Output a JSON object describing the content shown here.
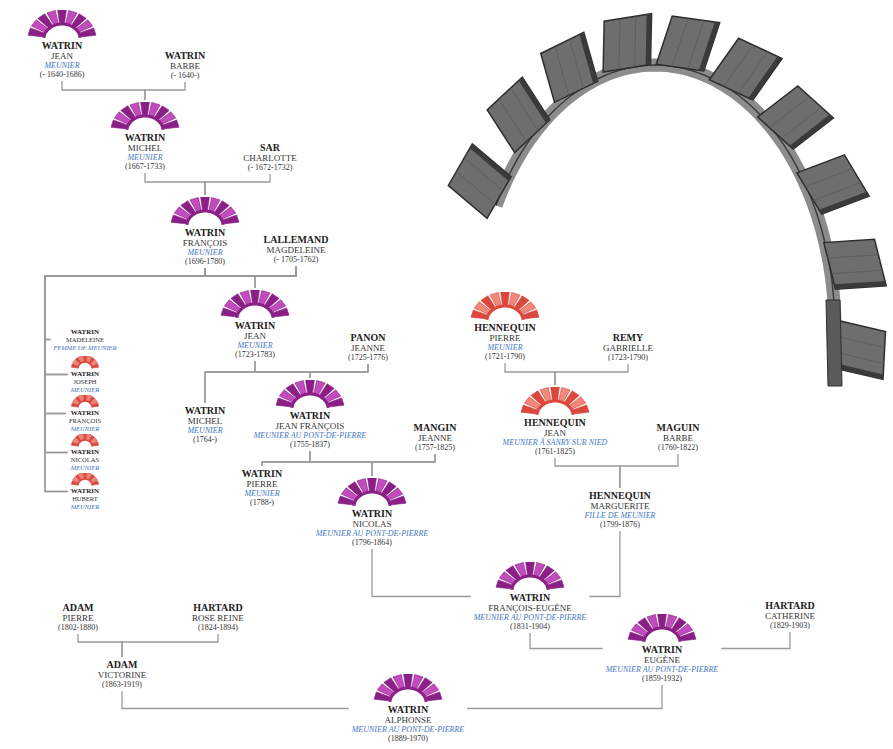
{
  "diagram": {
    "nodes": [
      {
        "text": [
          "WATRIN",
          "JEAN",
          "MEUNIER",
          "(- 1640-1686)"
        ]
      },
      {
        "text": [
          "WATRIN",
          "BARBE",
          "(- 1640-)"
        ]
      },
      {
        "text": [
          "WATRIN",
          "MICHEL",
          "MEUNIER",
          "(1667-1733)"
        ]
      },
      {
        "text": [
          "SAR",
          "CHARLOTTE",
          "(- 1672-1732)"
        ]
      },
      {
        "text": [
          "WATRIN",
          "FRANÇOIS",
          "MEUNIER",
          "(1696-1780)"
        ]
      },
      {
        "text": [
          "LALLEMAND",
          "MAGDELEINE",
          "(- 1705-1762)"
        ]
      },
      {
        "text": [
          "WATRIN",
          "MADELEINE",
          "FEMME DE MEUNIER"
        ]
      },
      {
        "text": [
          "WATRIN",
          "JOSEPH",
          "MEUNIER"
        ]
      },
      {
        "text": [
          "WATRIN",
          "FRANÇOIS",
          "MEUNIER"
        ]
      },
      {
        "text": [
          "WATRIN",
          "NICOLAS",
          "MEUNIER"
        ]
      },
      {
        "text": [
          "WATRIN",
          "HUBERT",
          "MEUNIER"
        ]
      },
      {
        "text": [
          "WATRIN",
          "JEAN",
          "MEUNIER",
          "(1723-1783)"
        ]
      },
      {
        "text": [
          "PANON",
          "JEANNE",
          "(1725-1776)"
        ]
      },
      {
        "text": [
          "HENNEQUIN",
          "PIERRE",
          "MEUNIER",
          "(1721-1790)"
        ]
      },
      {
        "text": [
          "REMY",
          "GABRIELLE",
          "(1723-1790)"
        ]
      },
      {
        "text": [
          "WATRIN",
          "MICHEL",
          "MEUNIER",
          "(1764-)"
        ]
      },
      {
        "text": [
          "WATRIN",
          "JEAN FRANÇOIS",
          "MEUNIER AU PONT-DE-PIERRE",
          "(1755-1837)"
        ]
      },
      {
        "text": [
          "MANGIN",
          "JEANNE",
          "(1757-1825)"
        ]
      },
      {
        "text": [
          "HENNEQUIN",
          "JEAN",
          "MEUNIER À SANRY SUR NIED",
          "(1761-1825)"
        ]
      },
      {
        "text": [
          "MAGUIN",
          "BARBE",
          "(1760-1822)"
        ]
      },
      {
        "text": [
          "WATRIN",
          "PIERRE",
          "MEUNIER",
          "(1788-)"
        ]
      },
      {
        "text": [
          "WATRIN",
          "NICOLAS",
          "MEUNIER AU PONT-DE-PIERRE",
          "(1796-1864)"
        ]
      },
      {
        "text": [
          "HENNEQUIN",
          "MARGUERITE",
          "FILLE DE MEUNIER",
          "(1799-1876)"
        ]
      },
      {
        "text": [
          "ADAM",
          "PIERRE",
          "(1802-1880)"
        ]
      },
      {
        "text": [
          "HARTARD",
          "ROSE REINE",
          "(1824-1894)"
        ]
      },
      {
        "text": [
          "WATRIN",
          "FRANÇOIS-EUGÈNE",
          "MEUNIER AU PONT-DE-PIERRE",
          "(1831-1904)"
        ]
      },
      {
        "text": [
          "HARTARD",
          "CATHERINE",
          "(1829-1903)"
        ]
      },
      {
        "text": [
          "ADAM",
          "VICTORINE",
          "(1863-1919)"
        ]
      },
      {
        "text": [
          "WATRIN",
          "EUGÈNE",
          "MEUNIER AU PONT-DE-PIERRE",
          "(1859-1932)"
        ]
      },
      {
        "text": [
          "WATRIN",
          "ALPHONSE",
          "MEUNIER AU PONT-DE-PIERRE",
          "(1889-1970)"
        ]
      }
    ],
    "edges": [
      {
        "from": 0,
        "to": 2,
        "arrow": "none"
      },
      {
        "from": 1,
        "to": 2,
        "arrow": "none"
      },
      {
        "from": 2,
        "to": 4,
        "arrow": "none"
      },
      {
        "from": 3,
        "to": 4,
        "arrow": "none"
      },
      {
        "from": 4,
        "to": 11,
        "arrow": "none"
      },
      {
        "from": 5,
        "to": 11,
        "arrow": "none"
      },
      {
        "from": 4,
        "to": 6,
        "arrow": "none"
      },
      {
        "from": 5,
        "to": 6,
        "arrow": "none"
      },
      {
        "from": 4,
        "to": 7,
        "arrow": "none"
      },
      {
        "from": 5,
        "to": 7,
        "arrow": "none"
      },
      {
        "from": 4,
        "to": 8,
        "arrow": "none"
      },
      {
        "from": 5,
        "to": 8,
        "arrow": "none"
      },
      {
        "from": 4,
        "to": 9,
        "arrow": "none"
      },
      {
        "from": 5,
        "to": 9,
        "arrow": "none"
      },
      {
        "from": 4,
        "to": 10,
        "arrow": "none"
      },
      {
        "from": 5,
        "to": 10,
        "arrow": "none"
      },
      {
        "from": 11,
        "to": 15,
        "arrow": "none"
      },
      {
        "from": 12,
        "to": 15,
        "arrow": "none"
      },
      {
        "from": 11,
        "to": 16,
        "arrow": "none"
      },
      {
        "from": 12,
        "to": 16,
        "arrow": "none"
      },
      {
        "from": 13,
        "to": 18,
        "arrow": "none"
      },
      {
        "from": 14,
        "to": 18,
        "arrow": "none"
      },
      {
        "from": 16,
        "to": 20,
        "arrow": "none"
      },
      {
        "from": 17,
        "to": 20,
        "arrow": "none"
      },
      {
        "from": 16,
        "to": 21,
        "arrow": "none"
      },
      {
        "from": 17,
        "to": 21,
        "arrow": "none"
      },
      {
        "from": 18,
        "to": 22,
        "arrow": "none"
      },
      {
        "from": 19,
        "to": 22,
        "arrow": "none"
      },
      {
        "from": 21,
        "to": 25,
        "arrow": "none"
      },
      {
        "from": 22,
        "to": 25,
        "arrow": "none"
      },
      {
        "from": 23,
        "to": 27,
        "arrow": "none"
      },
      {
        "from": 24,
        "to": 27,
        "arrow": "none"
      },
      {
        "from": 25,
        "to": 28,
        "arrow": "none"
      },
      {
        "from": 26,
        "to": 28,
        "arrow": "none"
      },
      {
        "from": 27,
        "to": 29,
        "arrow": "none"
      },
      {
        "from": 28,
        "to": 29,
        "arrow": "none"
      }
    ]
  }
}
